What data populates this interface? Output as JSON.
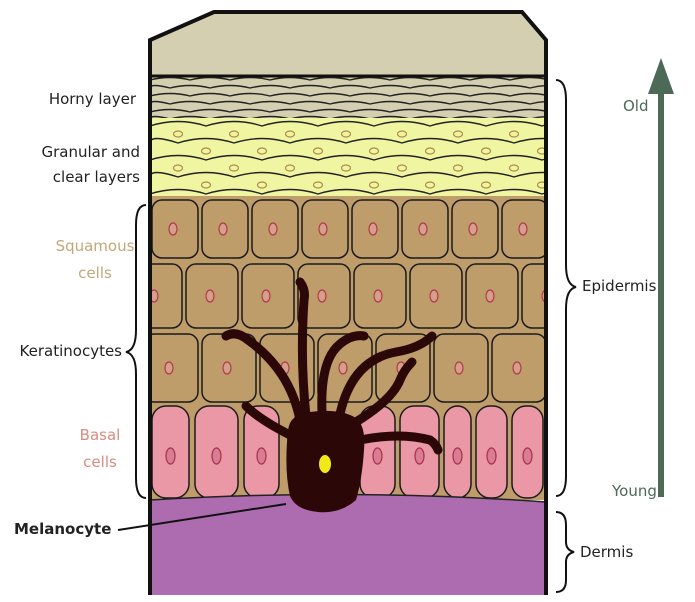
{
  "labels": {
    "horny_layer": "Horny layer",
    "granular_line1": "Granular and",
    "granular_line2": "clear layers",
    "squamous_line1": "Squamous",
    "squamous_line2": "cells",
    "keratinocytes": "Keratinocytes",
    "basal_line1": "Basal",
    "basal_line2": "cells",
    "melanocyte": "Melanocyte",
    "epidermis": "Epidermis",
    "dermis": "Dermis",
    "old": "Old",
    "young": "Young"
  },
  "colors": {
    "horny": "#d3cfb0",
    "granular": "#eff5a0",
    "squamous": "#bf9d6b",
    "basal": "#ea97a6",
    "dermis": "#ad6cb0",
    "melanocyte": "#2b0707",
    "nucleus_yellow": "#f1ea18",
    "arrow": "#4d6a58",
    "squamous_text": "#c3a777",
    "basal_text": "#d98b82"
  }
}
